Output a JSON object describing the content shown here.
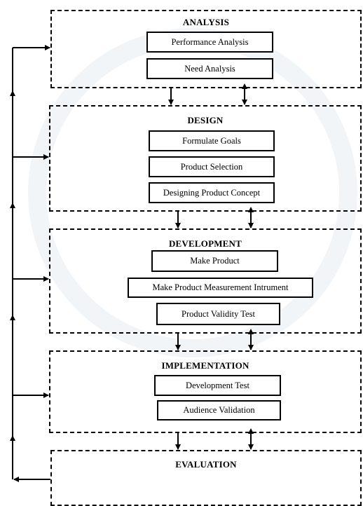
{
  "phases": [
    {
      "title": "ANALYSIS",
      "steps": [
        "Performance Analysis",
        "Need Analysis"
      ]
    },
    {
      "title": "DESIGN",
      "steps": [
        "Formulate Goals",
        "Product Selection",
        "Designing Product Concept"
      ]
    },
    {
      "title": "DEVELOPMENT",
      "steps": [
        "Make Product",
        "Make Product Measurement Intrument",
        "Product Validity Test"
      ]
    },
    {
      "title": "IMPLEMENTATION",
      "steps": [
        "Development Test",
        "Audience Validation"
      ]
    },
    {
      "title": "EVALUATION",
      "steps": []
    }
  ]
}
